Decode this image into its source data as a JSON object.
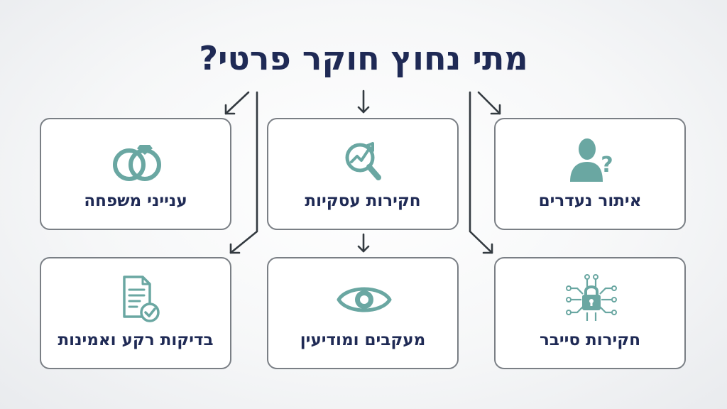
{
  "title": "מתי נחוץ חוקר פרטי?",
  "colors": {
    "title_text": "#1f2a55",
    "icon": "#6aa7a2",
    "card_border": "#7a7f85",
    "connector": "#333a40"
  },
  "cards": [
    {
      "label": "איתור נעדרים",
      "icon": "person-question-icon"
    },
    {
      "label": "חקירות עסקיות",
      "icon": "magnifier-chart-icon"
    },
    {
      "label": "ענייני משפחה",
      "icon": "rings-icon"
    },
    {
      "label": "חקירות סייבר",
      "icon": "circuit-lock-icon"
    },
    {
      "label": "מעקבים ומודיעין",
      "icon": "eye-icon"
    },
    {
      "label": "בדיקות רקע ואמינות",
      "icon": "document-check-icon"
    }
  ]
}
